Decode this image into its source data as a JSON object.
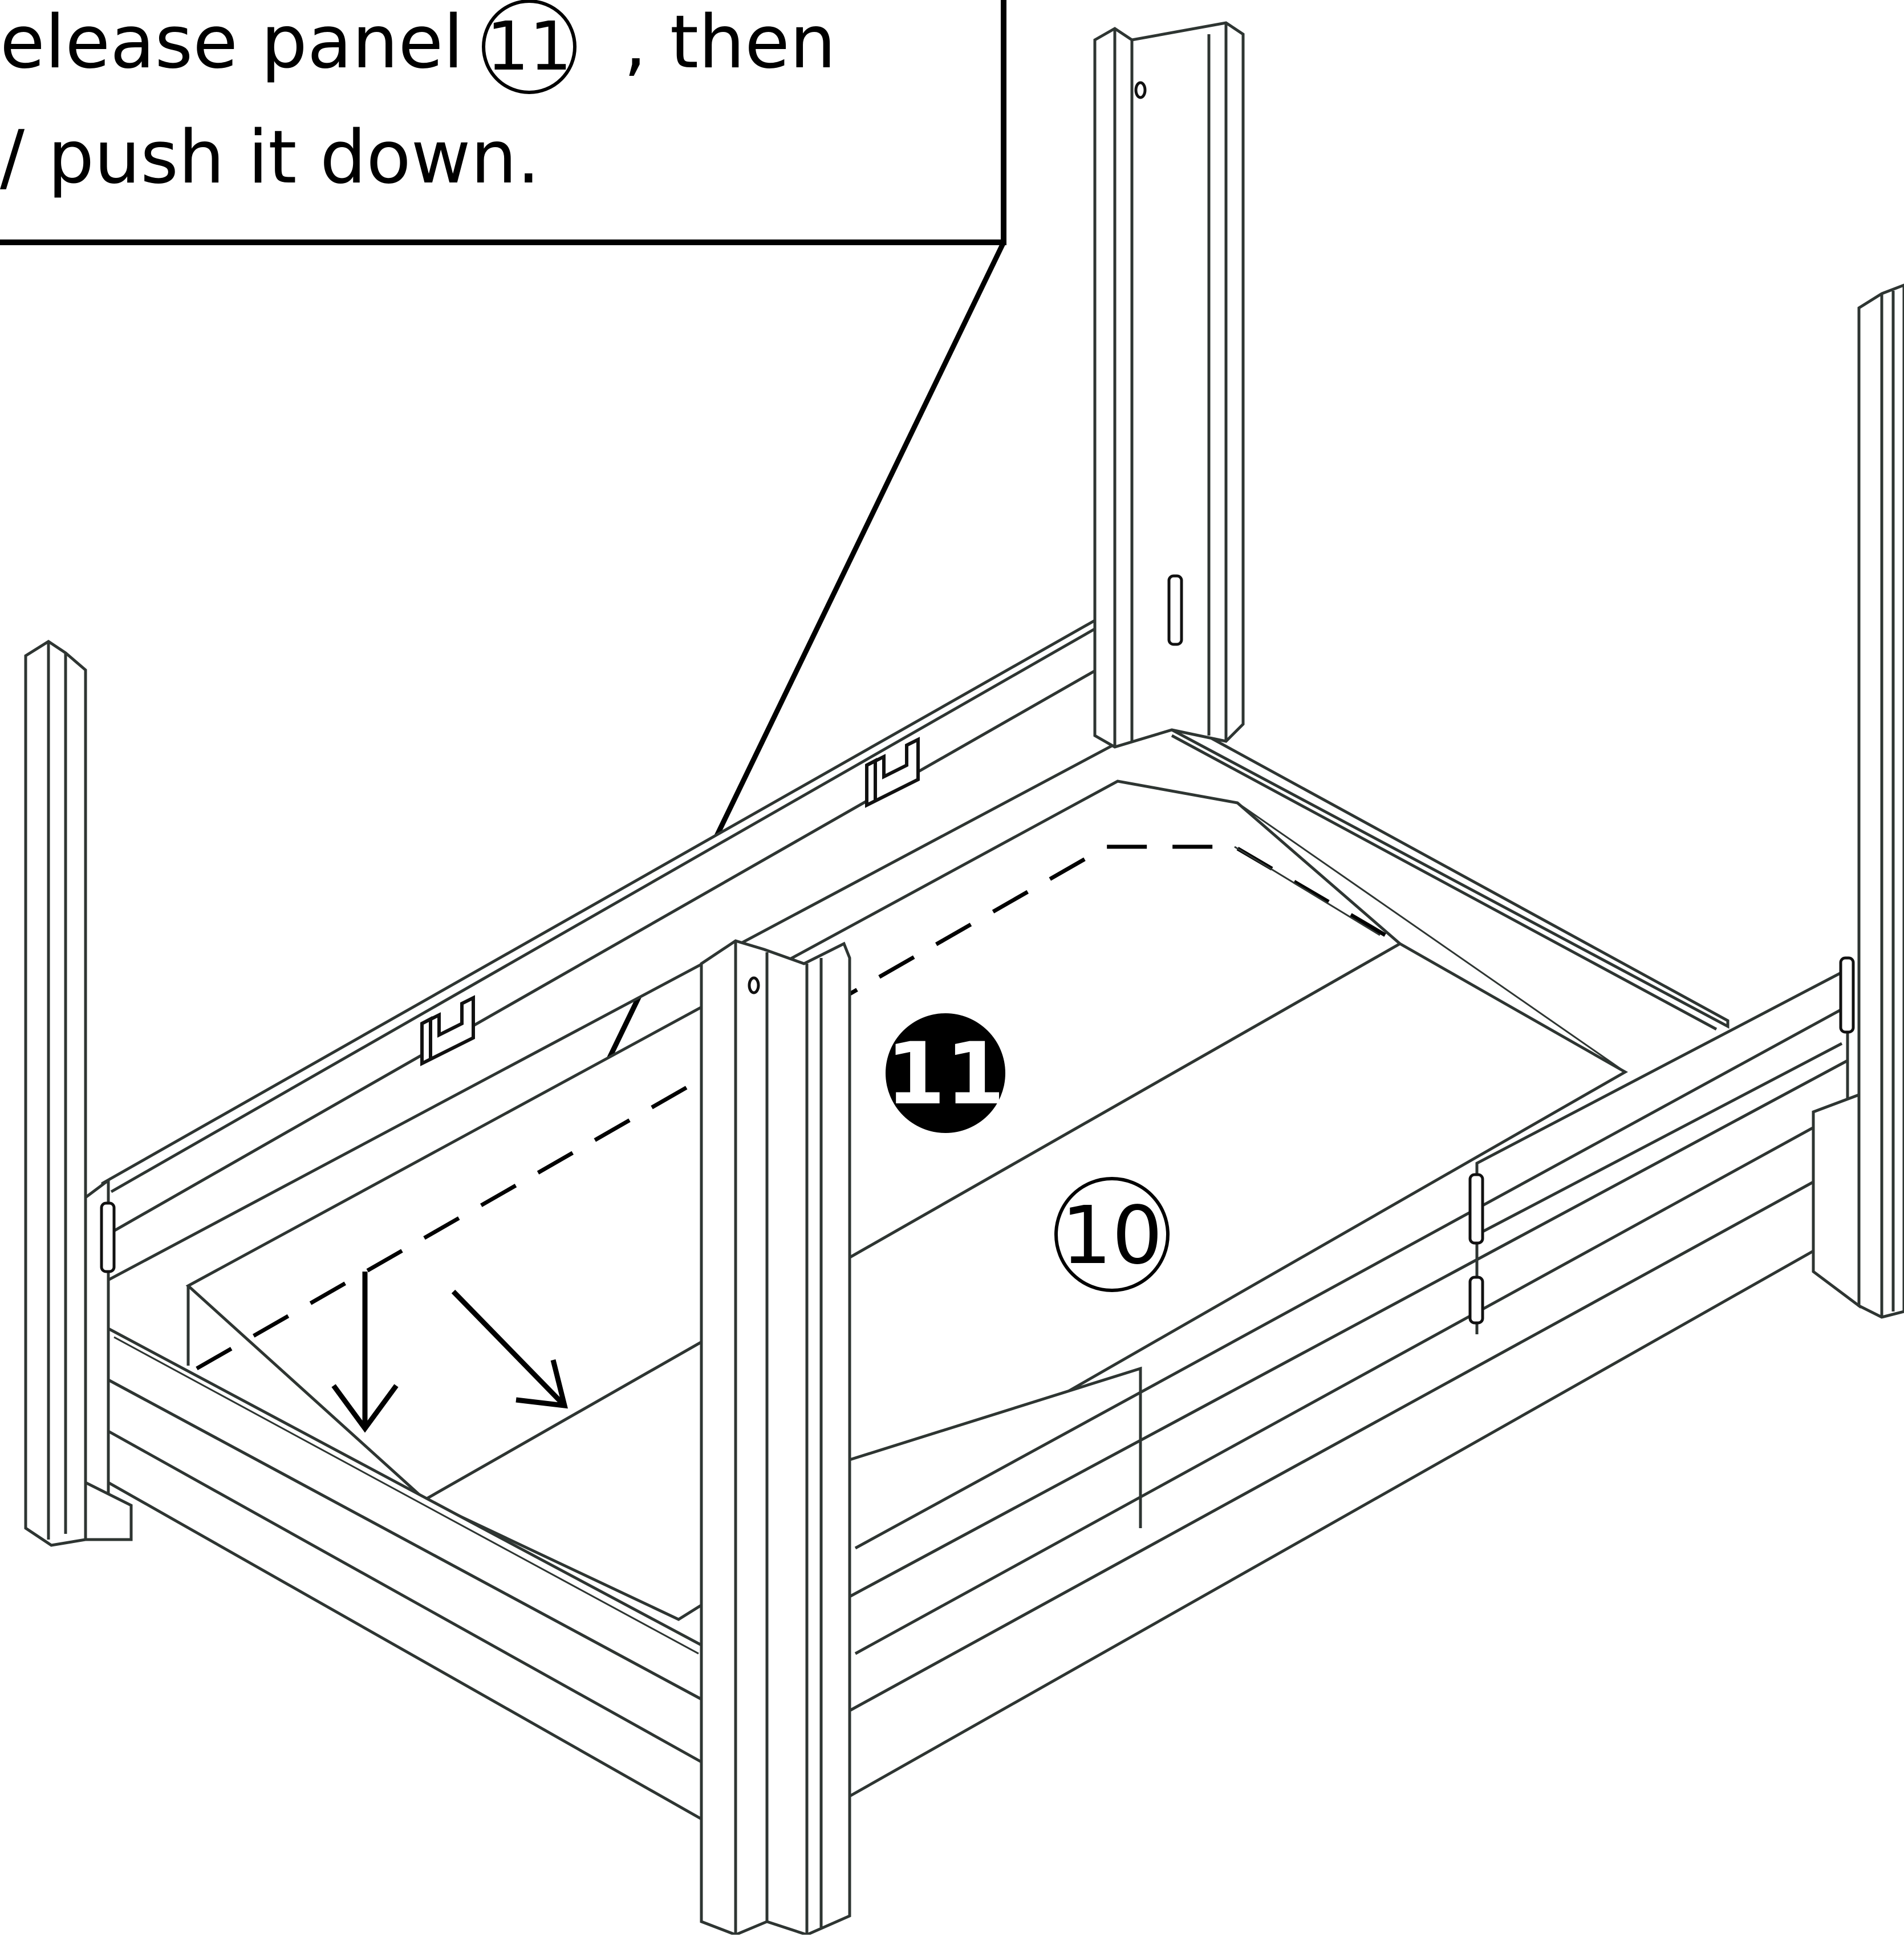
{
  "callout": {
    "line1_prefix": "elease panel ",
    "line1_part": "11",
    "line1_suffix": ", then",
    "line2": "/ push it down."
  },
  "parts": {
    "panel_11": "11",
    "panel_10": "10"
  },
  "colors": {
    "ink": "#2e3532",
    "black": "#000000",
    "paper": "#ffffff"
  }
}
